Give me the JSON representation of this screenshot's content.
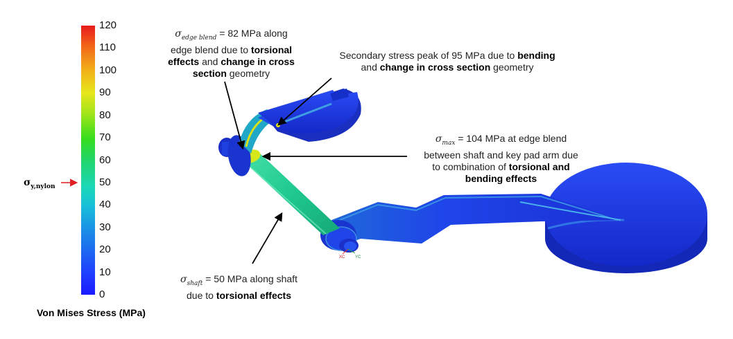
{
  "colorbar": {
    "title": "Von Mises Stress (MPa)",
    "min": 0,
    "max": 120,
    "ticks": [
      "120",
      "110",
      "100",
      "90",
      "80",
      "70",
      "60",
      "50",
      "40",
      "30",
      "20",
      "10",
      "0"
    ]
  },
  "yield_marker": {
    "symbol": "σ",
    "subscript": "y,nylon",
    "value": 50,
    "arrow_color": "#e02020"
  },
  "annotations": {
    "edge_blend": {
      "symbol": "σ",
      "subscript": "edge blend",
      "text_1": " = 82 MPa along",
      "text_2": "edge blend due to ",
      "bold_1": "torsional",
      "bold_2": "effects",
      "text_3": " and ",
      "bold_3": "change in cross",
      "bold_4": "section",
      "text_4": " geometry"
    },
    "secondary": {
      "text_1": "Secondary stress peak of 95 MPa due to ",
      "bold_1": "bending",
      "text_2": "and ",
      "bold_2": "change in cross section",
      "text_3": " geometry"
    },
    "max": {
      "symbol": "σ",
      "subscript": "max",
      "text_1": " = 104 MPa at edge blend",
      "text_2": "between shaft and key pad arm due",
      "text_3": "to combination of ",
      "bold_1": "torsional and",
      "bold_2": "bending effects"
    },
    "shaft": {
      "symbol": "σ",
      "subscript": "shaft",
      "text_1": " = 50 MPa along shaft",
      "text_2": "due to ",
      "bold_1": "torsional effects"
    }
  },
  "triad": {
    "x_label": "XC",
    "y_label": "YC"
  },
  "colors": {
    "base_blue": "#1f3ff0",
    "shaft_green": "#22d09a",
    "hot_yellow": "#e6e61a",
    "arrow": "#000000"
  }
}
